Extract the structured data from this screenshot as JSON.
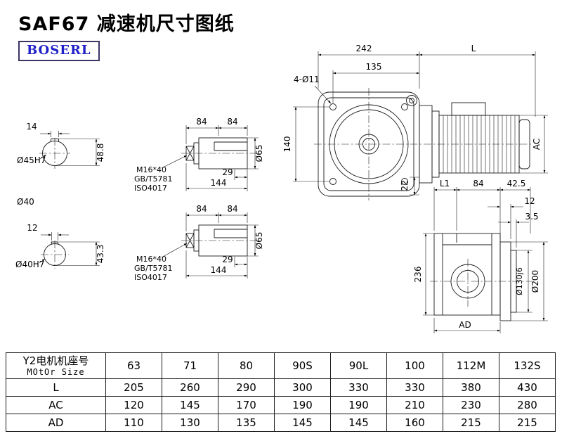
{
  "page": {
    "title": "SAF67 减速机尺寸图纸",
    "logo": "BOSERL"
  },
  "front_view": {
    "d242": "242",
    "dL": "L",
    "d135": "135",
    "holes": "4-Ø11",
    "d140": "140",
    "d22": "22",
    "dAC": "AC"
  },
  "shaft_end_1": {
    "key_w": "14",
    "bore": "Ø45H7",
    "depth": "48.8",
    "alt_bore": "Ø40"
  },
  "shaft_end_2": {
    "key_w": "12",
    "bore": "Ø40H7",
    "depth": "43.3"
  },
  "shaft_side_1": {
    "d84a": "84",
    "d84b": "84",
    "d29": "29",
    "d144": "144",
    "d65": "Ø65",
    "bolt": "M16*40",
    "std1": "GB/T5781",
    "std2": "ISO4017"
  },
  "shaft_side_2": {
    "d84a": "84",
    "d84b": "84",
    "d29": "29",
    "d144": "144",
    "d65": "Ø65",
    "bolt": "M16*40",
    "std1": "GB/T5781",
    "std2": "ISO4017"
  },
  "side_view": {
    "dL1": "L1",
    "d84": "84",
    "d42_5": "42.5",
    "d12": "12",
    "d3_5": "3.5",
    "d236": "236",
    "d130": "Ø130j6",
    "d200": "Ø200",
    "dAD": "AD"
  },
  "table": {
    "header": {
      "line1": "Y2电机机座号",
      "line2": "MOtOr Size",
      "cols": [
        "63",
        "71",
        "80",
        "90S",
        "90L",
        "100",
        "112M",
        "132S"
      ]
    },
    "rows": [
      {
        "label": "L",
        "values": [
          "205",
          "260",
          "290",
          "300",
          "330",
          "330",
          "380",
          "430"
        ]
      },
      {
        "label": "AC",
        "values": [
          "120",
          "145",
          "170",
          "190",
          "190",
          "210",
          "230",
          "280"
        ]
      },
      {
        "label": "AD",
        "values": [
          "110",
          "130",
          "135",
          "145",
          "145",
          "160",
          "215",
          "215"
        ]
      }
    ]
  }
}
